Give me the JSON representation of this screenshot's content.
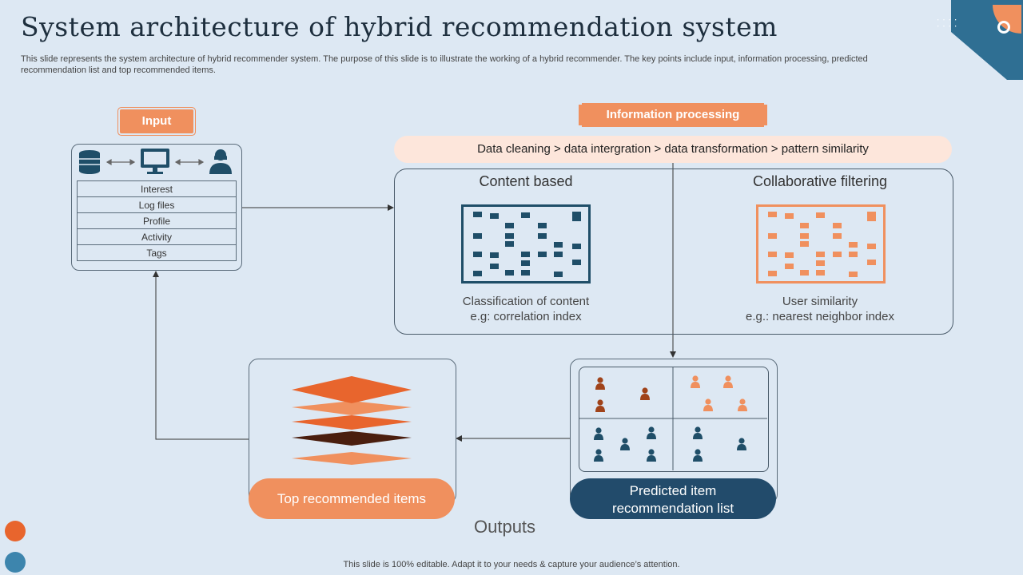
{
  "slide": {
    "title": "System architecture of hybrid recommendation system",
    "subtitle": "This slide represents the system architecture of hybrid recommender system. The purpose of this slide is to illustrate the working of a hybrid recommender. The key points include input, information processing, predicted recommendation list and top recommended items.",
    "footer": "This slide is 100% editable. Adapt it to your needs & capture your audience’s attention."
  },
  "input": {
    "label": "Input",
    "icons": [
      "database-icon",
      "computer-icon",
      "user-icon"
    ],
    "attributes": [
      "Interest",
      "Log files",
      "Profile",
      "Activity",
      "Tags"
    ]
  },
  "processing": {
    "label": "Information processing",
    "pipeline": "Data cleaning > data intergration > data transformation > pattern similarity",
    "content_based": {
      "title": "Content based",
      "desc1": "Classification of content",
      "desc2": "e.g: correlation index"
    },
    "collaborative": {
      "title": "Collaborative filtering",
      "desc1": "User similarity",
      "desc2": "e.g.: nearest neighbor index"
    }
  },
  "outputs": {
    "label": "Outputs",
    "top_items": "Top recommended items",
    "predicted_line1": "Predicted item",
    "predicted_line2": "recommendation list"
  },
  "colors": {
    "orange": "#f0905e",
    "dark_orange": "#e8652d",
    "navy": "#1f4e68",
    "brown": "#a0431a",
    "background": "#dde8f3"
  }
}
